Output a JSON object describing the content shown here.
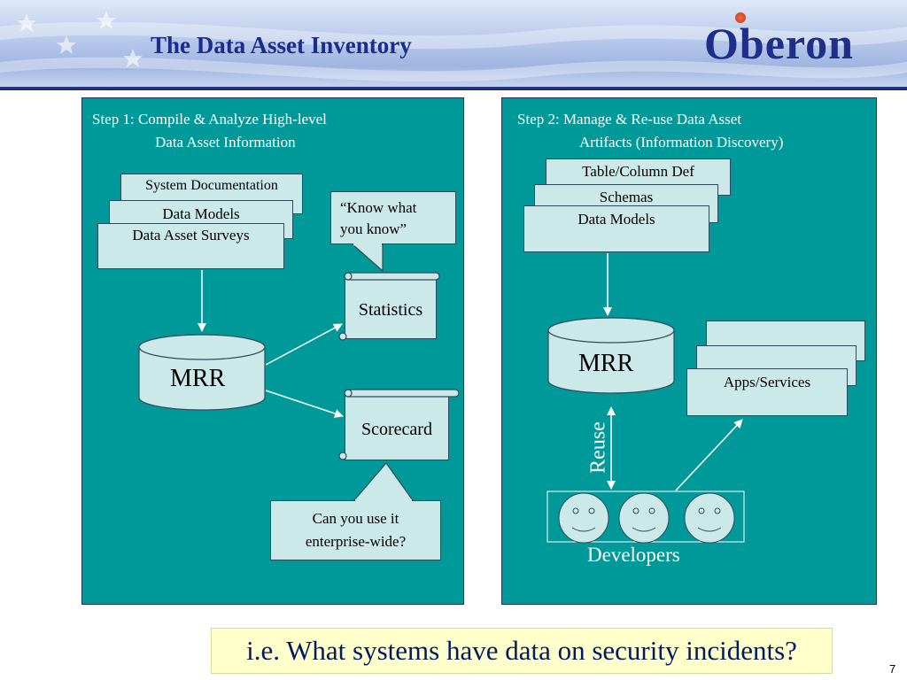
{
  "header": {
    "title": "The Data Asset Inventory",
    "logo": "Oberon"
  },
  "left_panel": {
    "step_line1": "Step 1: Compile & Analyze High-level",
    "step_line2": "Data Asset Information",
    "stack": [
      "System Documentation",
      "Data Models",
      "Data Asset Surveys"
    ],
    "mrr": "MRR",
    "callout_top_line1": "“Know what",
    "callout_top_line2": "you know”",
    "scroll_statistics": "Statistics",
    "scroll_scorecard": "Scorecard",
    "callout_bottom_line1": "Can you use it",
    "callout_bottom_line2": "enterprise-wide?"
  },
  "right_panel": {
    "step_line1": "Step 2: Manage & Re-use Data Asset",
    "step_line2": "Artifacts  (Information Discovery)",
    "stack": [
      "Table/Column Def",
      "Schemas",
      "Data Models"
    ],
    "mrr": "MRR",
    "apps": "Apps/Services",
    "reuse": "Reuse",
    "developers": "Developers"
  },
  "footer": {
    "question": "i.e. What systems have data on security incidents?",
    "page_number": "7"
  },
  "colors": {
    "panel": "#009999",
    "box": "#cce9ea",
    "title": "#1a2c8c",
    "footer_bg": "#ffffcc"
  }
}
